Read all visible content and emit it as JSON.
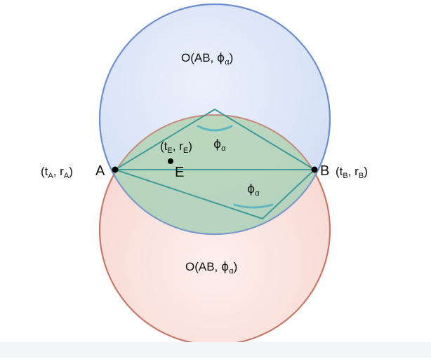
{
  "colors": {
    "blue_circle_fill": "#c9d7f2",
    "blue_circle_stroke": "#6f8fd0",
    "red_circle_fill": "#f6d2cc",
    "red_circle_stroke": "#c87868",
    "lens_fill": "#a9d2a8",
    "triangle_stroke": "#3f9a9a",
    "angle_mark": "#5fb7bf",
    "point_fill": "#000000"
  },
  "labels": {
    "circle_top": {
      "main": "O(AB, ",
      "phi": "ϕ",
      "sub": "α",
      "close": ")"
    },
    "circle_bottom": {
      "main": "O(AB, ",
      "phi": "ϕ",
      "sub": "α",
      "close": ")"
    },
    "point_a": "A",
    "point_b": "B",
    "point_e": "E",
    "coord_a": {
      "open": "(t",
      "sub1": "A",
      "mid": ", r",
      "sub2": "A",
      "close": ")"
    },
    "coord_b": {
      "open": "(t",
      "sub1": "B",
      "mid": ", r",
      "sub2": "B",
      "close": ")"
    },
    "coord_e": {
      "open": "(t",
      "sub1": "E",
      "mid": ", r",
      "sub2": "E",
      "close": ")"
    },
    "angle_top": {
      "phi": "ϕ",
      "sub": "α"
    },
    "angle_bottom": {
      "phi": "ϕ",
      "sub": "α"
    }
  }
}
